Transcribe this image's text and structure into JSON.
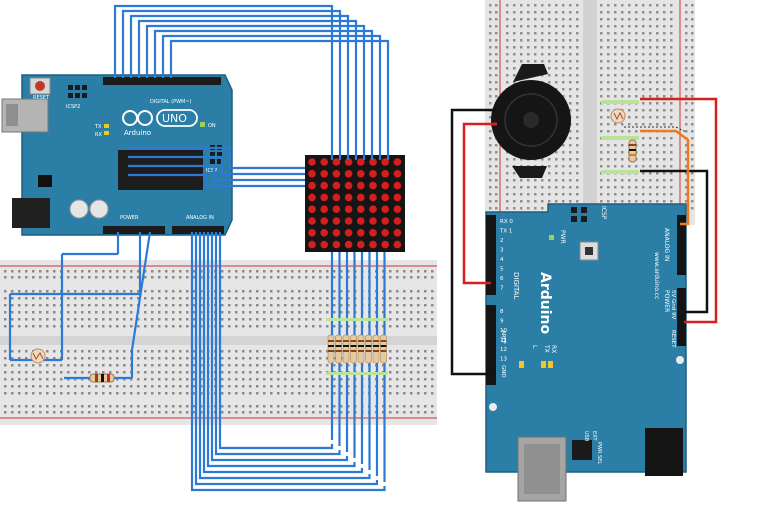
{
  "left_board": {
    "reset_label": "RESET",
    "icsp2_label": "ICSP2",
    "tx_label": "TX",
    "rx_label": "RX",
    "brand_label": "Arduino",
    "model_label": "UNO",
    "digital_label": "DIGITAL (PWM~)",
    "on_label": "ON",
    "icsp_label": "ICSP",
    "power_label": "POWER",
    "analog_label": "ANALOG IN"
  },
  "right_board": {
    "brand_label": "Arduino",
    "digital_label": "DIGITAL",
    "url_label": "www.arduino.cc",
    "analog_label": "ANALOG IN",
    "power_label": "POWER",
    "pwr_pins_label": "5V Gnd 9V",
    "reset_label": "RESET",
    "icsp_label": "ICSP",
    "pwr_label": "PWR",
    "tx_label": "TX",
    "rx_label": "RX",
    "l_label": "L",
    "aref_label": "AREF",
    "gnd_label": "GND",
    "usb_label": "USB",
    "ext_label": "EXT",
    "pwr_sel_label": "PWR SEL",
    "pin_labels_top": [
      "RX 0",
      "TX 1",
      "2",
      "3",
      "4",
      "5",
      "6",
      "7"
    ],
    "pin_labels_bottom": [
      "8",
      "9",
      "10",
      "11",
      "12",
      "13"
    ]
  },
  "colors": {
    "board": "#2b7fa7",
    "wire_blue": "#2d7ad6",
    "wire_red": "#d81e1e",
    "wire_black": "#111111",
    "wire_orange": "#f07a1a",
    "led_red": "#d71e1e",
    "breadboard": "#e4e4e4"
  }
}
